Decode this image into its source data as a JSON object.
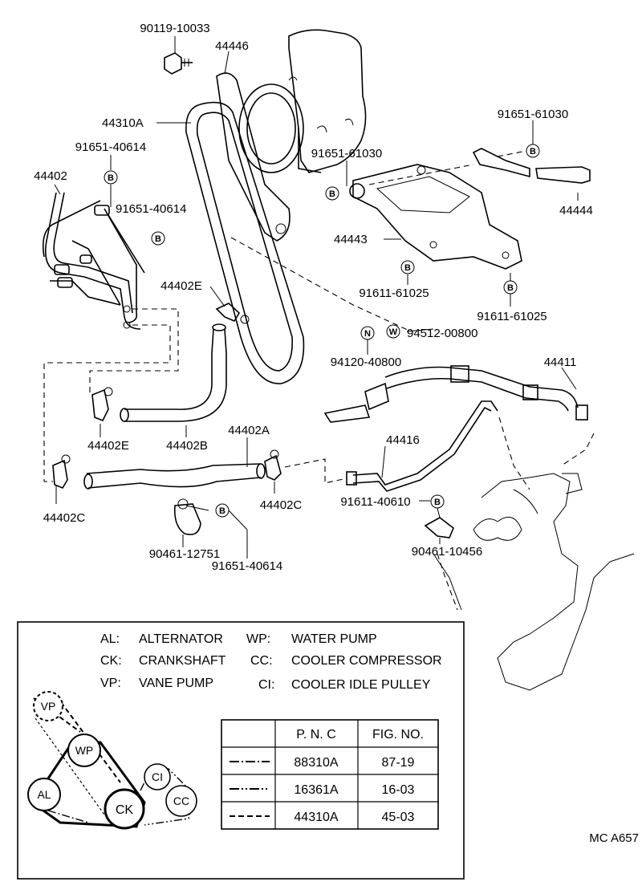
{
  "part_labels": [
    "90119-10033",
    "44446",
    "44310A",
    "91651-40614",
    "91651-61030",
    "91651-61030",
    "44402",
    "91651-40614",
    "44444",
    "44443",
    "91611-61025",
    "91611-61025",
    "44402E",
    "94512-00800",
    "94120-40800",
    "44411",
    "44402E",
    "44402B",
    "44402A",
    "44416",
    "44402C",
    "44402C",
    "91611-40610",
    "90461-12751",
    "90461-10456",
    "91651-40614"
  ],
  "bolt_marks": {
    "b": "B",
    "n": "N",
    "w": "W"
  },
  "legend": {
    "left": [
      {
        "code": "AL:",
        "name": "ALTERNATOR"
      },
      {
        "code": "CK:",
        "name": "CRANKSHAFT"
      },
      {
        "code": "VP:",
        "name": "VANE PUMP"
      }
    ],
    "right": [
      {
        "code": "WP:",
        "name": "WATER PUMP"
      },
      {
        "code": "CC:",
        "name": "COOLER COMPRESSOR"
      },
      {
        "code": "CI:",
        "name": "COOLER IDLE PULLEY"
      }
    ]
  },
  "pulleys": [
    "VP",
    "WP",
    "AL",
    "CK",
    "CI",
    "CC"
  ],
  "table": {
    "headers": [
      "",
      "P. N. C",
      "FIG. NO."
    ],
    "rows": [
      {
        "style": "dash-dot",
        "pnc": "88310A",
        "fig": "87-19"
      },
      {
        "style": "dash-dot-dot",
        "pnc": "16361A",
        "fig": "16-03"
      },
      {
        "style": "dashed",
        "pnc": "44310A",
        "fig": "45-03"
      }
    ]
  },
  "figure_code": "MC A657"
}
